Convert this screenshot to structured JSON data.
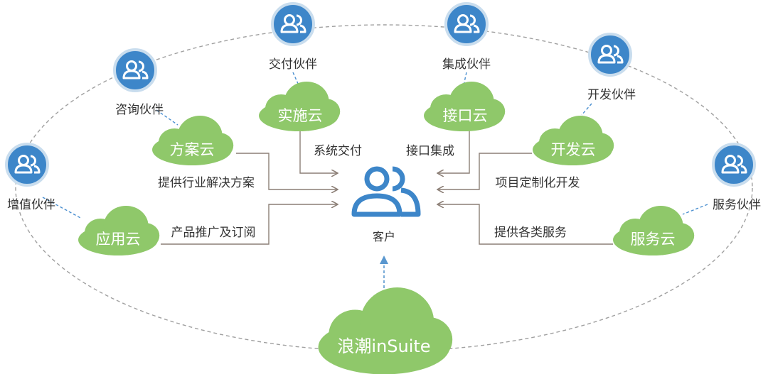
{
  "colors": {
    "cloud": "#8fc86a",
    "partner_fill": "#3d86c9",
    "arrow": "#8c7f76",
    "dashed": "#a0a0a0",
    "customer_icon": "#3d86c9",
    "bottom_arrow": "#5a97cf"
  },
  "icons": {
    "partner": "users-icon",
    "customer": "users-icon",
    "cloud": "cloud-shape"
  },
  "partners": {
    "zengzhi": "增值伙伴",
    "zixun": "咨询伙伴",
    "jiaofu": "交付伙伴",
    "jicheng": "集成伙伴",
    "kaifa": "开发伙伴",
    "fuwu": "服务伙伴"
  },
  "clouds": {
    "yingyong": "应用云",
    "fangan": "方案云",
    "shishi": "实施云",
    "jiekou": "接口云",
    "kaifa": "开发云",
    "fuwu": "服务云",
    "main": "浪潮inSuite"
  },
  "flows": {
    "yingyong": "产品推广及订阅",
    "fangan": "提供行业解决方案",
    "shishi": "系统交付",
    "jiekou": "接口集成",
    "kaifa": "项目定制化开发",
    "fuwu": "提供各类服务"
  },
  "customer": {
    "label": "客户"
  }
}
